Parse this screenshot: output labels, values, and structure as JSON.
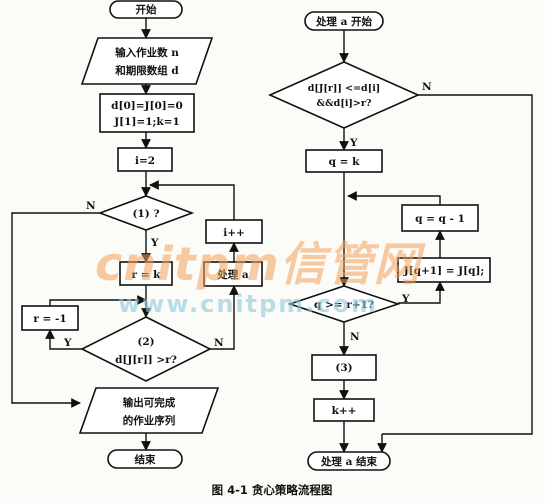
{
  "left": {
    "start": "开始",
    "input_line1": "输入作业数 n",
    "input_line2": "和期限数组 d",
    "init_line1": "d[0]=J[0]=0",
    "init_line2": "J[1]=1;k=1",
    "i_assign": "i=2",
    "decision1": "(1) ?",
    "r_assign": "r = k",
    "r_dec": "r = -1",
    "decision2_line1": "(2)",
    "decision2_line2": "d[J[r]] >r?",
    "process_a": "处理 a",
    "i_inc": "i++",
    "output_line1": "输出可完成",
    "output_line2": "的作业序列",
    "end": "结束",
    "label_n1": "N",
    "label_y1": "Y",
    "label_y2": "Y",
    "label_n2": "N"
  },
  "right": {
    "start": "处理 a 开始",
    "decision1_line1": "d[J[r]] <=d[i]",
    "decision1_line2": "&&d[i]>r?",
    "q_assign": "q = k",
    "q_dec": "q = q - 1",
    "j_shift": "J[q+1] = J[q];",
    "decision2": "q >= r+1?",
    "blank3": "(3)",
    "k_inc": "k++",
    "end": "处理 a 结束",
    "label_n1": "N",
    "label_y1": "Y",
    "label_y2": "Y",
    "label_n2": "N"
  },
  "watermark": {
    "brand": "cnitpm信管网",
    "url": "www.cnitpm.com"
  },
  "caption": "图 4-1   贪心策略流程图"
}
